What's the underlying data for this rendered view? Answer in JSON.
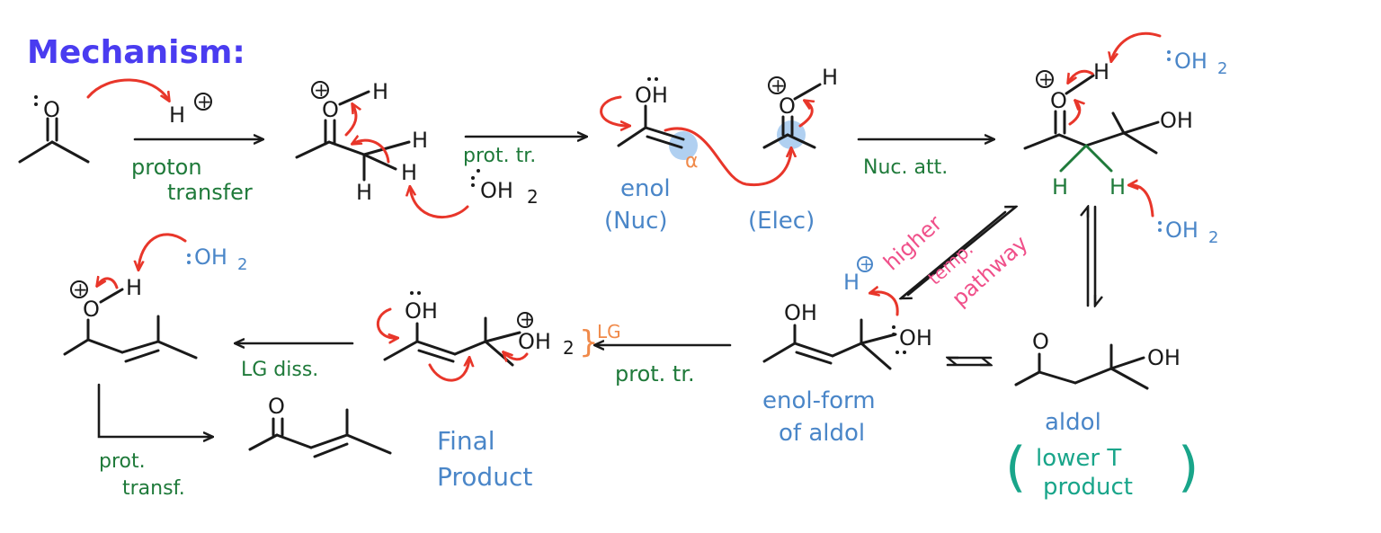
{
  "title": "Mechanism:",
  "atoms": {
    "O": "O",
    "OH": "OH",
    "H": "H",
    "Hplus": "H",
    "OH2": "OH",
    "sub2": "2",
    "alpha": "α",
    "plus": "+"
  },
  "labels": {
    "proton_transfer_1": "proton",
    "proton_transfer_2": "transfer",
    "prot_tr_1": "prot. tr.",
    "enol": "enol",
    "nuc": "(Nuc)",
    "elec": "(Elec)",
    "nuc_att": "Nuc. att.",
    "higher": "higher",
    "temp": "temp.",
    "pathway": "pathway",
    "prot_tr_2": "prot. tr.",
    "lg": "LG",
    "lg_diss": "LG diss.",
    "prot_transf_1": "prot.",
    "prot_transf_2": "transf.",
    "final_1": "Final",
    "final_2": "Product",
    "enol_form_1": "enol-form",
    "enol_form_2": "of aldol",
    "aldol": "aldol",
    "lower_1": "lower T",
    "lower_2": "product"
  },
  "colors": {
    "title": "#4a3cf0",
    "curly_arrow": "#e8362a",
    "species_label": "#4a86c8",
    "step_label": "#1f7a3a",
    "product_label": "#19a58a",
    "pathway_label": "#f0508a",
    "leaving_group": "#f08a4a",
    "highlight": "#9cc4ee"
  }
}
